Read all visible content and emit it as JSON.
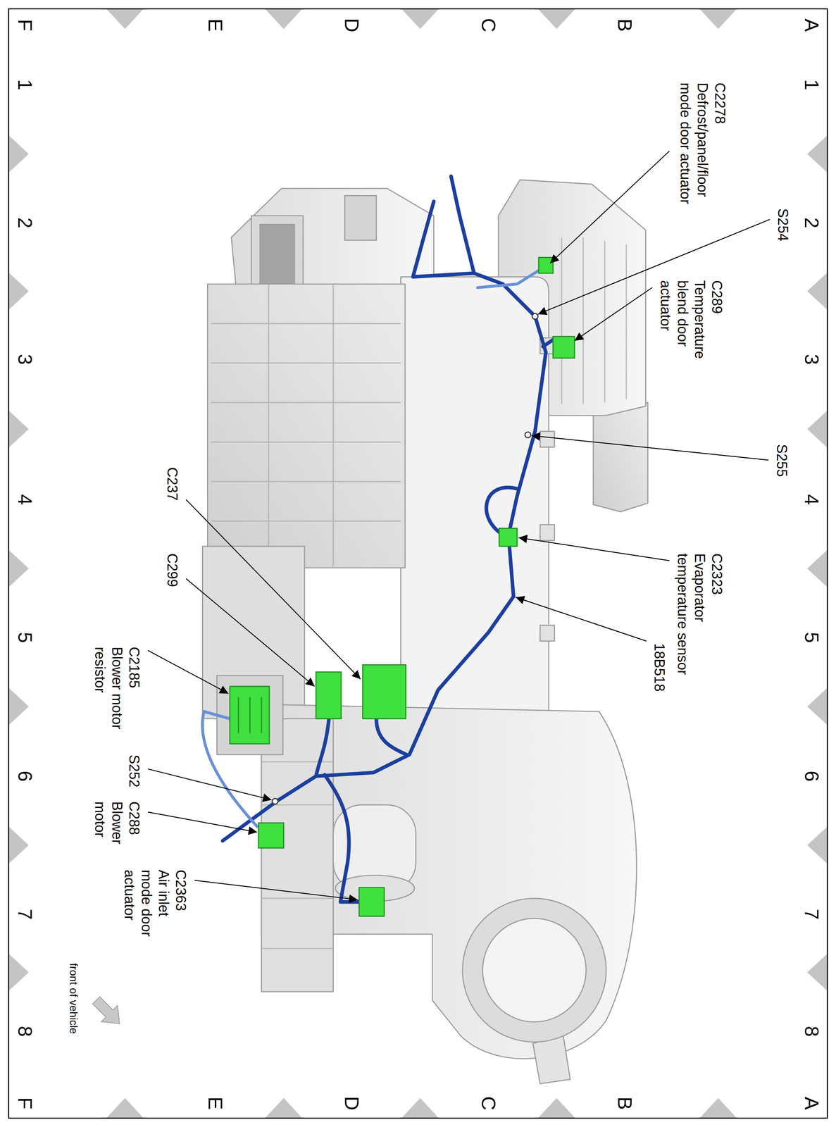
{
  "diagram": {
    "labels": [
      "1",
      "2",
      "3",
      "4",
      "5",
      "6",
      "7",
      "8",
      "A",
      "B",
      "C",
      "D",
      "E",
      "F",
      "C2278",
      "Defrost/panel/floor mode door actuator",
      "S254",
      "C289",
      "Temperature blend door actuator",
      "S255",
      "C2323",
      "Evaporator temperature sensor",
      "18B518",
      "C237",
      "C299",
      "C2185",
      "Blower motor resistor",
      "S252",
      "C288",
      "Blower motor",
      "C2363",
      "Air inlet mode door actuator",
      "front of vehicle",
      "1",
      "2",
      "3",
      "4",
      "5",
      "6",
      "7",
      "8",
      "A",
      "B",
      "C",
      "D",
      "E",
      "F"
    ]
  }
}
